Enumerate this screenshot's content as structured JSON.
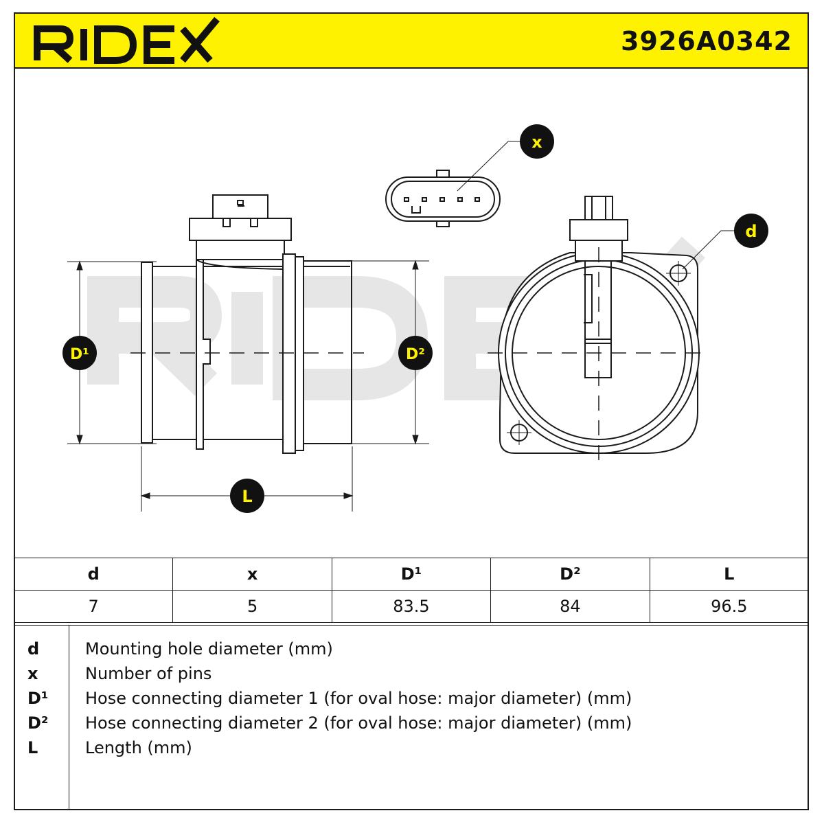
{
  "header": {
    "brand": "RIDEX",
    "part_number": "3926A0342"
  },
  "watermark": "RIDEX",
  "callouts": {
    "x": "x",
    "d": "d",
    "D1": "D¹",
    "D2": "D²",
    "L": "L"
  },
  "spec_table": {
    "headers": [
      "d",
      "x",
      "D¹",
      "D²",
      "L"
    ],
    "values": [
      "7",
      "5",
      "83.5",
      "84",
      "96.5"
    ]
  },
  "legend": [
    {
      "symbol": "d",
      "description": "Mounting hole diameter (mm)"
    },
    {
      "symbol": "x",
      "description": "Number of pins"
    },
    {
      "symbol": "D¹",
      "description": "Hose connecting diameter 1 (for oval hose: major diameter) (mm)"
    },
    {
      "symbol": "D²",
      "description": "Hose connecting diameter 2 (for oval hose: major diameter) (mm)"
    },
    {
      "symbol": "L",
      "description": "Length (mm)"
    }
  ],
  "colors": {
    "accent_yellow": "#fff200",
    "line": "#1a1a1a",
    "watermark": "#e6e6e6"
  }
}
